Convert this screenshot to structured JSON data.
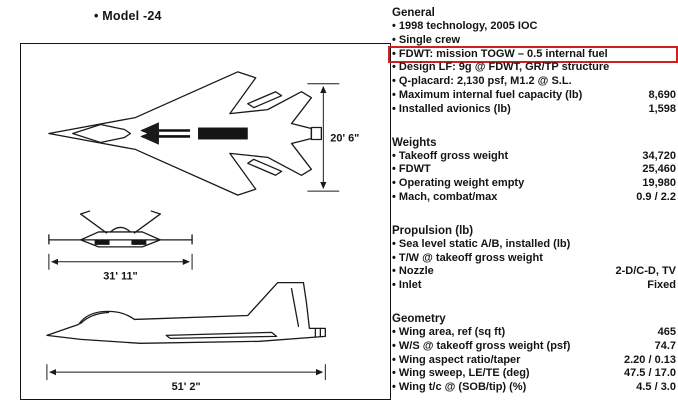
{
  "title": "• Model -24",
  "colors": {
    "highlight": "#d01f1f",
    "ink": "#141414"
  },
  "diagram": {
    "dim_plan": "20' 6\"",
    "dim_span": "31' 11\"",
    "dim_length": "51' 2\""
  },
  "specs": {
    "general": {
      "heading": "General",
      "items": [
        {
          "label": "• 1998 technology, 2005 IOC",
          "value": ""
        },
        {
          "label": "• Single crew",
          "value": ""
        },
        {
          "label": "• FDWT: mission TOGW – 0.5 internal fuel",
          "value": ""
        },
        {
          "label": "• Design LF: 9g @ FDWT, GR/TP structure",
          "value": ""
        },
        {
          "label": "• Q-placard: 2,130 psf, M1.2 @ S.L.",
          "value": ""
        },
        {
          "label": "• Maximum internal fuel capacity (lb)",
          "value": "8,690"
        },
        {
          "label": "• Installed avionics (lb)",
          "value": "1,598"
        }
      ]
    },
    "weights": {
      "heading": "Weights",
      "items": [
        {
          "label": "• Takeoff gross weight",
          "value": "34,720"
        },
        {
          "label": "• FDWT",
          "value": "25,460"
        },
        {
          "label": "• Operating weight empty",
          "value": "19,980"
        },
        {
          "label": "• Mach, combat/max",
          "value": "0.9 / 2.2"
        }
      ]
    },
    "propulsion": {
      "heading": "Propulsion (lb)",
      "items": [
        {
          "label": "• Sea level static A/B, installed (lb)",
          "value": ""
        },
        {
          "label": "• T/W @ takeoff gross weight",
          "value": ""
        },
        {
          "label": "• Nozzle",
          "value": "2-D/C-D, TV"
        },
        {
          "label": "• Inlet",
          "value": "Fixed"
        }
      ]
    },
    "geometry": {
      "heading": "Geometry",
      "items": [
        {
          "label": "• Wing area, ref (sq ft)",
          "value": "465"
        },
        {
          "label": "• W/S @ takeoff gross weight (psf)",
          "value": "74.7"
        },
        {
          "label": "• Wing aspect ratio/taper",
          "value": "2.20 / 0.13"
        },
        {
          "label": "• Wing sweep, LE/TE (deg)",
          "value": "47.5 / 17.0"
        },
        {
          "label": "• Wing t/c @ (SOB/tip) (%)",
          "value": "4.5 / 3.0"
        }
      ]
    }
  }
}
